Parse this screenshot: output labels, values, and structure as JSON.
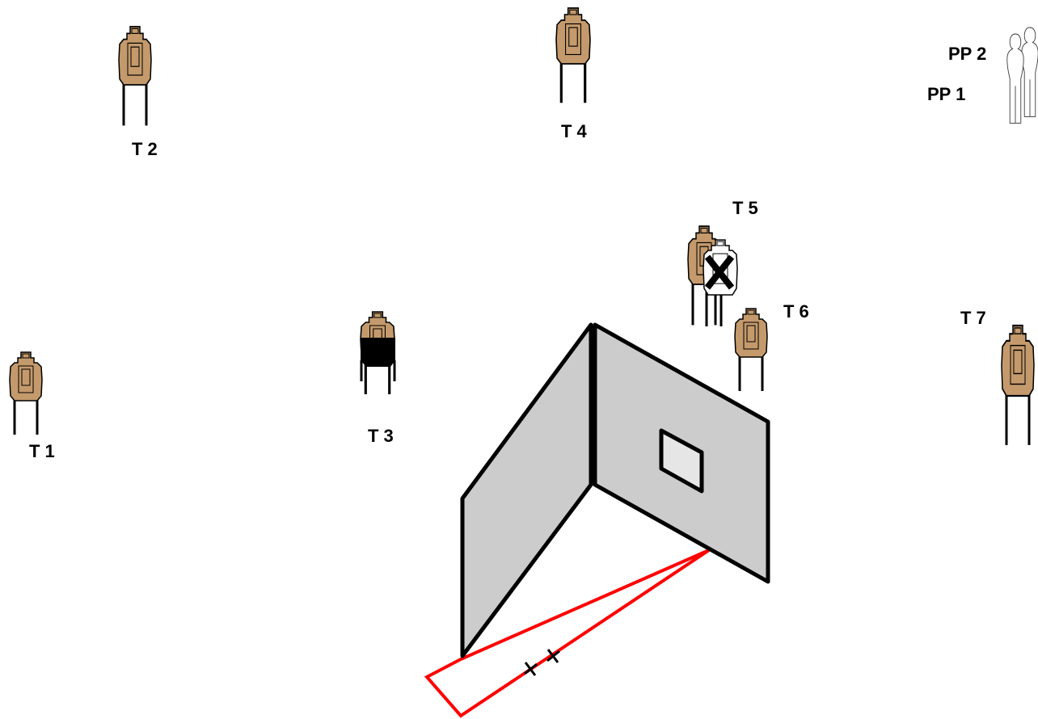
{
  "colors": {
    "target_fill": "#c49a6c",
    "target_stroke": "#000000",
    "wall_fill": "#cccccc",
    "window_fill": "#e6e6e6",
    "fault_line": "#ff0000",
    "hardcover": "#000000",
    "no_shoot_fill": "#ffffff"
  },
  "targets": [
    {
      "id": "t1",
      "label": "T 1",
      "type": "paper-target"
    },
    {
      "id": "t2",
      "label": "T 2",
      "type": "paper-target"
    },
    {
      "id": "t3",
      "label": "T 3",
      "type": "paper-target-partial-hardcover"
    },
    {
      "id": "t4",
      "label": "T 4",
      "type": "paper-target"
    },
    {
      "id": "t5",
      "label": "T 5",
      "type": "paper-target-behind-no-shoot"
    },
    {
      "id": "t6",
      "label": "T 6",
      "type": "paper-target"
    },
    {
      "id": "t7",
      "label": "T 7",
      "type": "paper-target"
    }
  ],
  "shooting_positions": [
    {
      "id": "pp1",
      "label": "PP 1"
    },
    {
      "id": "pp2",
      "label": "PP 2"
    }
  ],
  "props": {
    "walls": [
      "left-wall",
      "right-wall-with-window"
    ],
    "shooting_area": "fault-line-box",
    "position_marks": "x-x"
  }
}
